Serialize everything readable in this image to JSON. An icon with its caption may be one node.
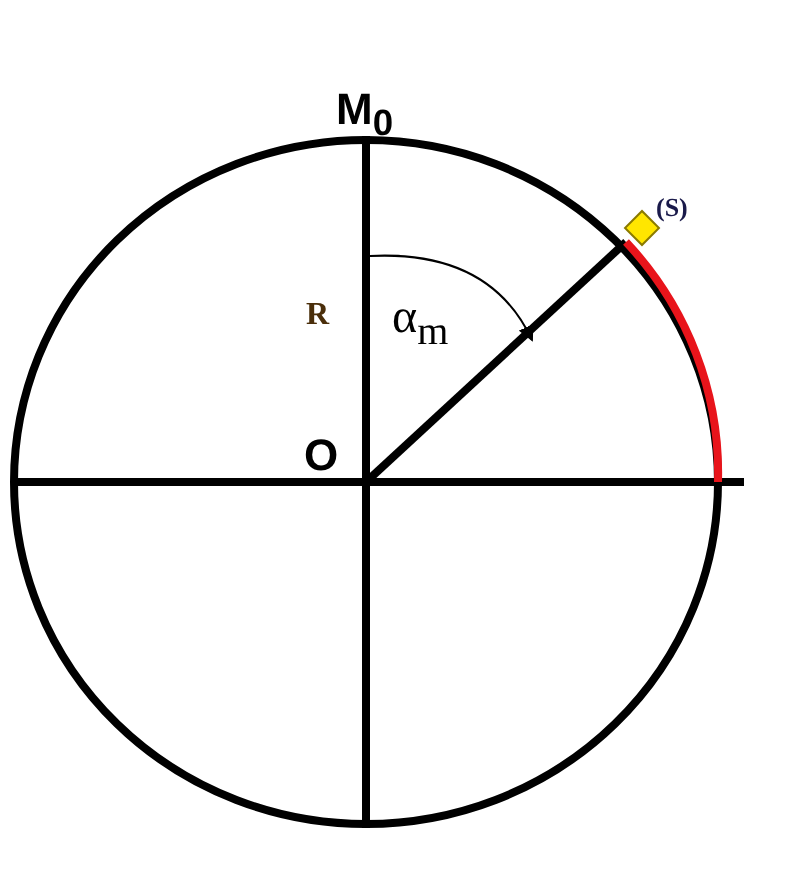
{
  "diagram": {
    "labels": [
      "M$_{0}$",
      "R",
      "α$_{m}$",
      "O",
      "(S)"
    ]
  }
}
